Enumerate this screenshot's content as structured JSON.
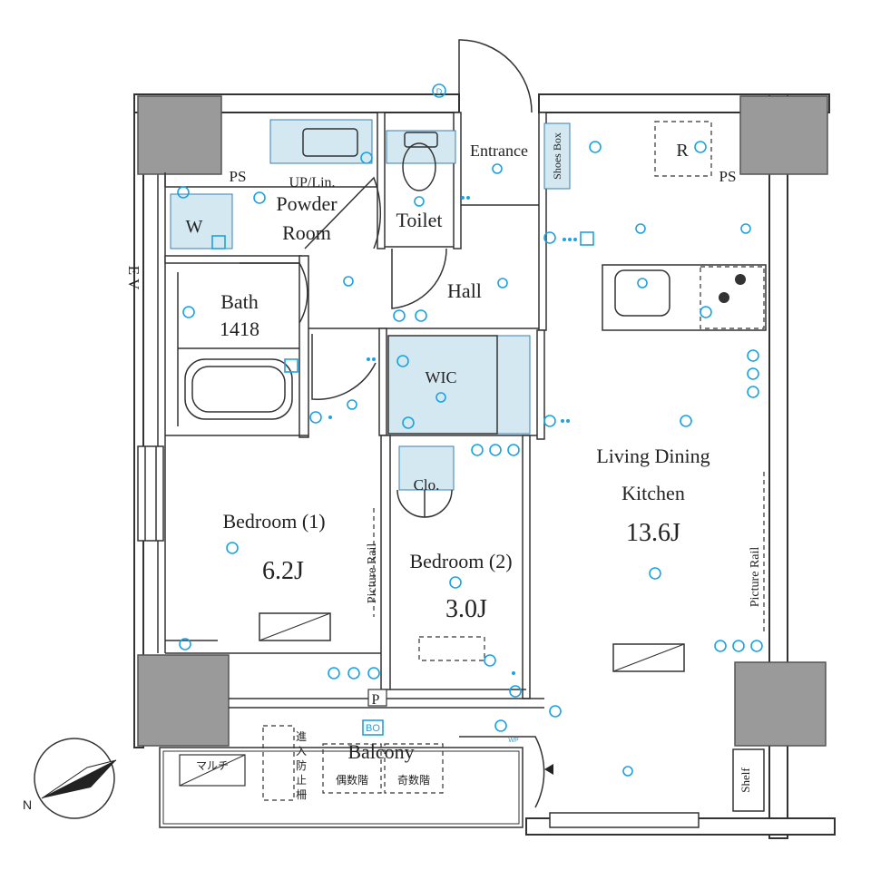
{
  "rooms": {
    "ps_left": "PS",
    "up_lin": "UP/Lin.",
    "powder_room_1": "Powder",
    "powder_room_2": "Room",
    "washer": "W",
    "toilet": "Toilet",
    "entrance": "Entrance",
    "shoes_box": "Shoes Box",
    "refrigerator": "R",
    "ps_right": "PS",
    "ev": "E V",
    "bath": "Bath",
    "bath_size": "1418",
    "hall": "Hall",
    "wic": "WIC",
    "clo": "Clo.",
    "ldk_1": "Living Dining",
    "ldk_2": "Kitchen",
    "ldk_area": "13.6J",
    "bedroom1": "Bedroom (1)",
    "bedroom1_area": "6.2J",
    "bedroom2": "Bedroom (2)",
    "bedroom2_area": "3.0J",
    "picture_rail": "Picture Rail",
    "balcony": "Balcony",
    "p": "P",
    "bo": "BO",
    "wp": "WP",
    "shelf": "Shelf",
    "marche": "マルチ",
    "evac_1": "進",
    "evac_2": "入",
    "evac_3": "防",
    "evac_4": "止",
    "evac_5": "柵",
    "even_floor": "偶数階",
    "odd_floor": "奇数階"
  },
  "symbols": {
    "door_icon": "D",
    "compass": "N"
  },
  "colors": {
    "wall": "#333333",
    "column": "#9a9a9a",
    "wet_area": "#d4e8f1",
    "outlet": "#1aa3e0"
  }
}
